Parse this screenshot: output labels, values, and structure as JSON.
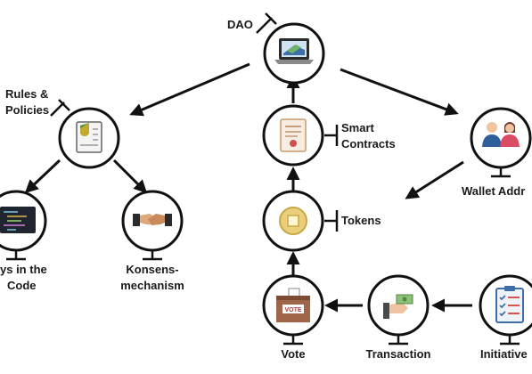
{
  "nodes": {
    "dao": {
      "label": "DAO",
      "icon": "laptop-icon"
    },
    "rules": {
      "label_line1": "Rules &",
      "label_line2": "Policies",
      "icon": "document-shield-icon"
    },
    "smart_contracts": {
      "label_line1": "Smart",
      "label_line2": "Contracts",
      "icon": "certificate-icon"
    },
    "wallet": {
      "label": "Wallet Addr",
      "icon": "people-icon"
    },
    "code": {
      "label_line1": "ys in the",
      "label_line2": "Code",
      "icon": "code-screen-icon"
    },
    "consensus": {
      "label_line1": "Konsens-",
      "label_line2": "mechanism",
      "icon": "handshake-icon"
    },
    "tokens": {
      "label": "Tokens",
      "icon": "coin-icon"
    },
    "vote": {
      "label": "Vote",
      "icon": "ballot-box-icon",
      "box_text": "VOTE"
    },
    "transaction": {
      "label": "Transaction",
      "icon": "hand-money-icon"
    },
    "initiative": {
      "label": "Initiative",
      "icon": "clipboard-checklist-icon"
    }
  },
  "colors": {
    "stroke": "#111111",
    "box": "#a0664a",
    "coin": "#e9cf7a",
    "screen": "#3f6fa9"
  }
}
